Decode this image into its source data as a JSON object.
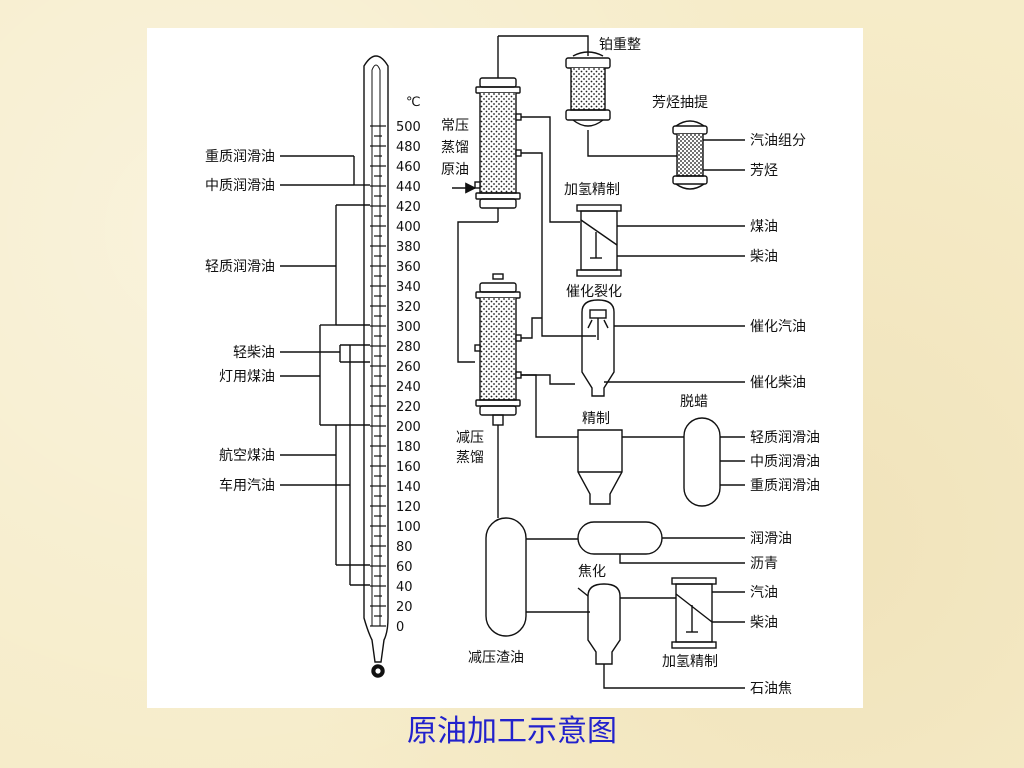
{
  "caption": "原油加工示意图",
  "thermometer": {
    "unit": "℃",
    "scale": [
      "500",
      "480",
      "460",
      "440",
      "420",
      "400",
      "380",
      "360",
      "340",
      "320",
      "300",
      "280",
      "260",
      "240",
      "220",
      "200",
      "180",
      "160",
      "140",
      "120",
      "100",
      "80",
      "60",
      "40",
      "20",
      "0"
    ],
    "products": [
      "重质润滑油",
      "中质润滑油",
      "轻质润滑油",
      "轻柴油",
      "灯用煤油",
      "航空煤油",
      "车用汽油"
    ]
  },
  "process": {
    "atmospheric_column": [
      "常压",
      "蒸馏",
      "原油"
    ],
    "vacuum_column": [
      "减压",
      "蒸馏"
    ],
    "vacuum_residue": "减压渣油",
    "platforming": "铂重整",
    "aromatics_extraction": "芳烃抽提",
    "hydrofining_top": "加氢精制",
    "catalytic_cracking": "催化裂化",
    "refining": "精制",
    "dewaxing": "脱蜡",
    "coking": "焦化",
    "hydrofining_bottom": "加氢精制"
  },
  "outputs": {
    "gasoline_fraction": "汽油组分",
    "aromatics": "芳烃",
    "kerosene": "煤油",
    "diesel": "柴油",
    "catalytic_gasoline": "催化汽油",
    "catalytic_diesel": "催化柴油",
    "light_lube": "轻质润滑油",
    "medium_lube": "中质润滑油",
    "heavy_lube": "重质润滑油",
    "lube_oil": "润滑油",
    "asphalt": "沥青",
    "gasoline": "汽油",
    "diesel_2": "柴油",
    "petroleum_coke": "石油焦"
  }
}
